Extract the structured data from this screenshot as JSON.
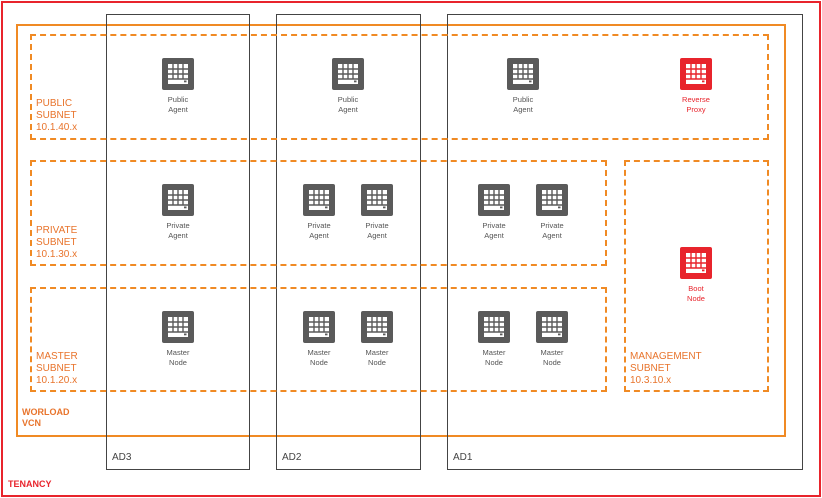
{
  "colors": {
    "tenancy": "#e8242c",
    "vcn": "#f08a24",
    "ad": "#444444",
    "node": "#5a5a5a",
    "node_special": "#e8242c"
  },
  "tenancy": {
    "label": "TENANCY"
  },
  "vcn": {
    "label_line1": "WORLOAD",
    "label_line2": "VCN"
  },
  "availability_domains": [
    {
      "label": "AD3"
    },
    {
      "label": "AD2"
    },
    {
      "label": "AD1"
    }
  ],
  "subnets": {
    "public": {
      "line1": "PUBLIC",
      "line2": "SUBNET",
      "line3": "10.1.40.x"
    },
    "private": {
      "line1": "PRIVATE",
      "line2": "SUBNET",
      "line3": "10.1.30.x"
    },
    "master": {
      "line1": "MASTER",
      "line2": "SUBNET",
      "line3": "10.1.20.x"
    },
    "management": {
      "line1": "MANAGEMENT",
      "line2": "SUBNET",
      "line3": "10.3.10.x"
    }
  },
  "nodes": {
    "public_ad3": {
      "line1": "Public",
      "line2": "Agent",
      "icon": "server-icon"
    },
    "public_ad2": {
      "line1": "Public",
      "line2": "Agent",
      "icon": "server-icon"
    },
    "public_ad1": {
      "line1": "Public",
      "line2": "Agent",
      "icon": "server-icon"
    },
    "reverse_proxy": {
      "line1": "Reverse",
      "line2": "Proxy",
      "icon": "server-icon"
    },
    "private_ad3": {
      "line1": "Private",
      "line2": "Agent",
      "icon": "server-icon"
    },
    "private_ad2_a": {
      "line1": "Private",
      "line2": "Agent",
      "icon": "server-icon"
    },
    "private_ad2_b": {
      "line1": "Private",
      "line2": "Agent",
      "icon": "server-icon"
    },
    "private_ad1_a": {
      "line1": "Private",
      "line2": "Agent",
      "icon": "server-icon"
    },
    "private_ad1_b": {
      "line1": "Private",
      "line2": "Agent",
      "icon": "server-icon"
    },
    "boot_node": {
      "line1": "Boot",
      "line2": "Node",
      "icon": "server-icon"
    },
    "master_ad3": {
      "line1": "Master",
      "line2": "Node",
      "icon": "server-icon"
    },
    "master_ad2_a": {
      "line1": "Master",
      "line2": "Node",
      "icon": "server-icon"
    },
    "master_ad2_b": {
      "line1": "Master",
      "line2": "Node",
      "icon": "server-icon"
    },
    "master_ad1_a": {
      "line1": "Master",
      "line2": "Node",
      "icon": "server-icon"
    },
    "master_ad1_b": {
      "line1": "Master",
      "line2": "Node",
      "icon": "server-icon"
    }
  }
}
